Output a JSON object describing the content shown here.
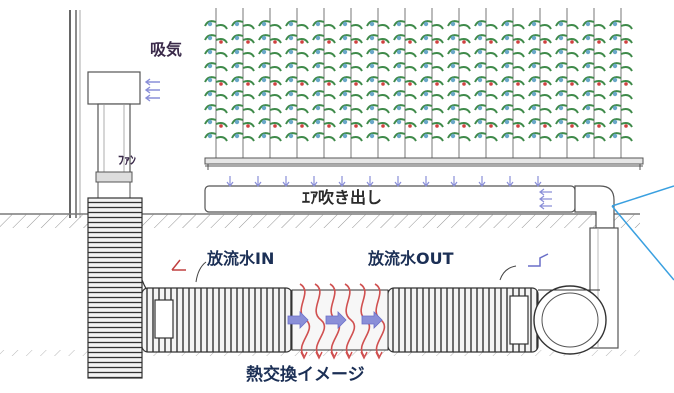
{
  "labels": {
    "intake": "吸気",
    "fan": "ﾌｧﾝ",
    "air_outlet": "ｴｱ吹き出し",
    "discharge_in": "放流水IN",
    "discharge_out": "放流水OUT",
    "heat_exchange": "熱交換イメージ"
  },
  "colors": {
    "outline": "#555555",
    "ground": "#8a8a8a",
    "leaf": "#3f8a4a",
    "flower": "#d04040",
    "flow_arrow": "#8a8fd8",
    "heat_coil": "#d05050",
    "callout_line": "#3aa0e0"
  }
}
